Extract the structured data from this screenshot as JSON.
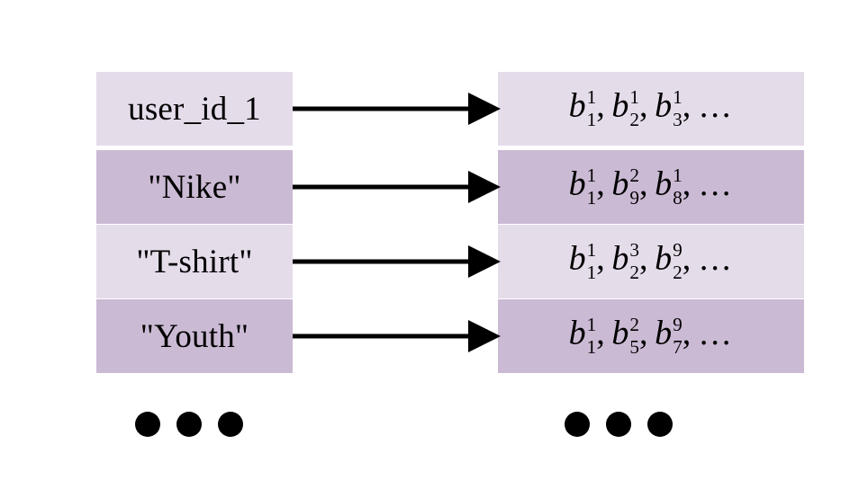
{
  "diagram": {
    "title": "user attribute keys mapped to behaviour embedding sequences",
    "colors": {
      "row_light": "#e5dcea",
      "row_dark": "#cbbad4",
      "arrow": "#000000",
      "text": "#000000",
      "background": "#ffffff"
    },
    "rows": [
      {
        "shade": "light",
        "key_label": "user_id_1",
        "arrow_icon": "right-arrow-icon",
        "vector": {
          "terms": [
            {
              "base": "b",
              "sup": "1",
              "sub": "1"
            },
            {
              "base": "b",
              "sup": "1",
              "sub": "2"
            },
            {
              "base": "b",
              "sup": "1",
              "sub": "3"
            }
          ],
          "separator": ",",
          "ellipsis": "...",
          "plain": "b_1^1, b_2^1, b_3^1, ..."
        }
      },
      {
        "shade": "dark",
        "key_label": "\"Nike\"",
        "arrow_icon": "right-arrow-icon",
        "vector": {
          "terms": [
            {
              "base": "b",
              "sup": "1",
              "sub": "1"
            },
            {
              "base": "b",
              "sup": "2",
              "sub": "9"
            },
            {
              "base": "b",
              "sup": "1",
              "sub": "8"
            }
          ],
          "separator": ",",
          "ellipsis": "...",
          "plain": "b_1^1, b_9^2, b_8^1, ..."
        }
      },
      {
        "shade": "light",
        "key_label": "\"T-shirt\"",
        "arrow_icon": "right-arrow-icon",
        "vector": {
          "terms": [
            {
              "base": "b",
              "sup": "1",
              "sub": "1"
            },
            {
              "base": "b",
              "sup": "3",
              "sub": "2"
            },
            {
              "base": "b",
              "sup": "9",
              "sub": "2"
            }
          ],
          "separator": ",",
          "ellipsis": "...",
          "plain": "b_1^1, b_2^3, b_2^9, ..."
        }
      },
      {
        "shade": "dark",
        "key_label": "\"Youth\"",
        "arrow_icon": "right-arrow-icon",
        "vector": {
          "terms": [
            {
              "base": "b",
              "sup": "1",
              "sub": "1"
            },
            {
              "base": "b",
              "sup": "2",
              "sub": "5"
            },
            {
              "base": "b",
              "sup": "9",
              "sub": "7"
            }
          ],
          "separator": ",",
          "ellipsis": "...",
          "plain": "b_1^1, b_5^2, b_7^9, ..."
        }
      }
    ],
    "continuation": {
      "left_dots_count": 3,
      "right_dots_count": 3,
      "icon": "ellipsis-dots-icon"
    }
  }
}
